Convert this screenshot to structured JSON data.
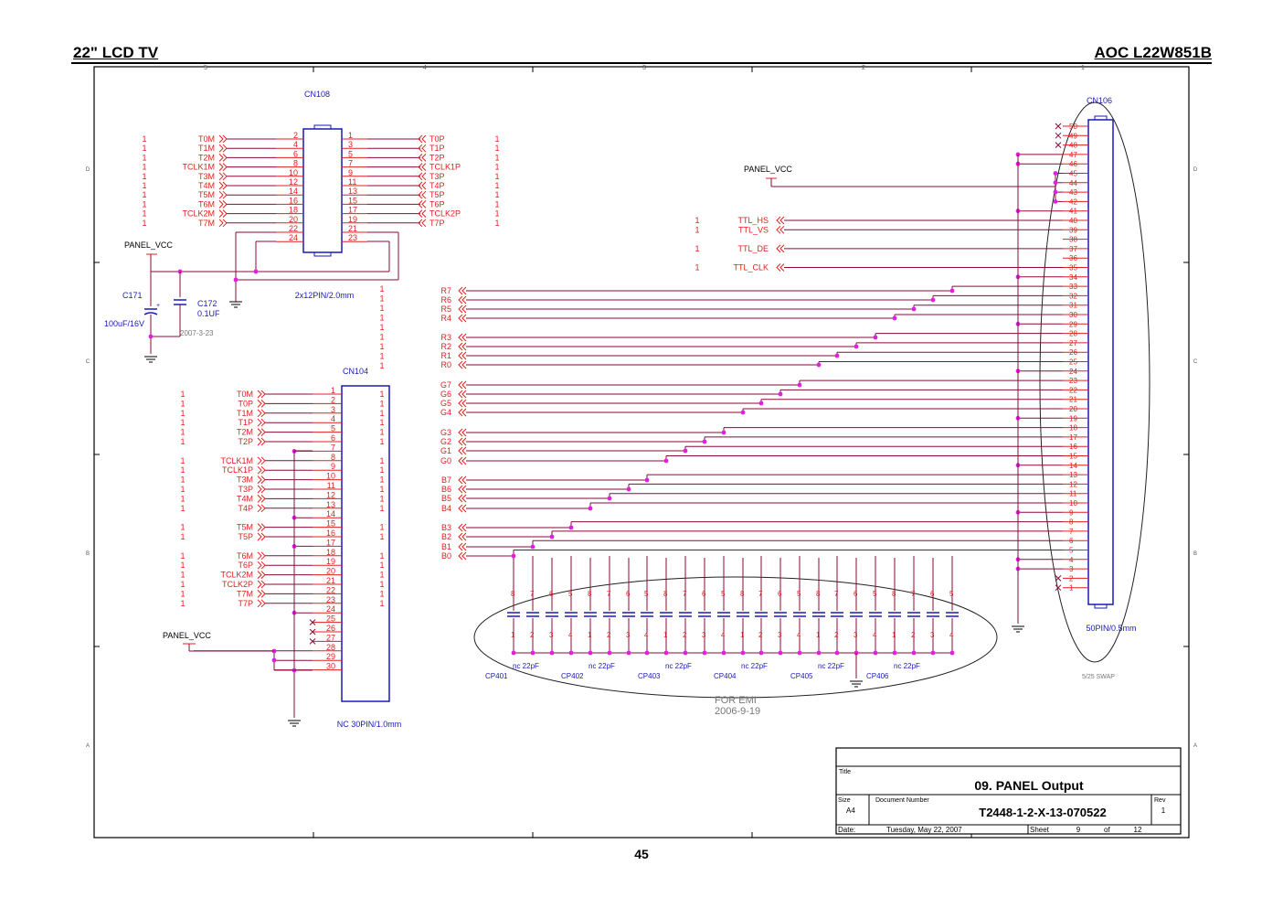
{
  "header": {
    "left": "22\" LCD TV",
    "right": "AOC L22W851B"
  },
  "page_number": "45",
  "zone_numbers_top": [
    "5",
    "4",
    "3",
    "2",
    "1"
  ],
  "zone_letters_side": [
    "D",
    "C",
    "B",
    "A"
  ],
  "colors": {
    "wire": "#8a0a3a",
    "pin": "#e02020",
    "component": "#1a1ab5",
    "junction": "#e020e0",
    "frame": "#000000"
  },
  "cn108": {
    "ref": "CN108",
    "footprint": "2x12PIN/2.0mm",
    "left_pins": [
      "2",
      "4",
      "6",
      "8",
      "10",
      "12",
      "14",
      "16",
      "18",
      "20",
      "22",
      "24"
    ],
    "right_pins": [
      "1",
      "3",
      "5",
      "7",
      "9",
      "11",
      "13",
      "15",
      "17",
      "19",
      "21",
      "23"
    ],
    "left_nets": [
      "T0M",
      "T1M",
      "T2M",
      "TCLK1M",
      "T3M",
      "T4M",
      "T5M",
      "T6M",
      "TCLK2M",
      "T7M"
    ],
    "right_nets": [
      "T0P",
      "T1P",
      "T2P",
      "TCLK1P",
      "T3P",
      "T4P",
      "T5P",
      "T6P",
      "TCLK2P",
      "T7P"
    ],
    "sheet_ref": "1"
  },
  "power": {
    "net": "PANEL_VCC",
    "c171_ref": "C171",
    "c171_value": "100uF/16V",
    "c172_ref": "C172",
    "c172_value": "0.1UF",
    "cap_polarity": "+",
    "date_note": "2007-3-23"
  },
  "cn104": {
    "ref": "CN104",
    "footprint": "NC 30PIN/1.0mm",
    "pins": [
      "1",
      "2",
      "3",
      "4",
      "5",
      "6",
      "7",
      "8",
      "9",
      "10",
      "11",
      "12",
      "13",
      "14",
      "15",
      "16",
      "17",
      "18",
      "19",
      "20",
      "21",
      "22",
      "23",
      "24",
      "25",
      "26",
      "27",
      "28",
      "29",
      "30"
    ],
    "nets": [
      {
        "pin": "1",
        "net": "T0M"
      },
      {
        "pin": "2",
        "net": "T0P"
      },
      {
        "pin": "3",
        "net": "T1M"
      },
      {
        "pin": "4",
        "net": "T1P"
      },
      {
        "pin": "5",
        "net": "T2M"
      },
      {
        "pin": "6",
        "net": "T2P"
      },
      {
        "pin": "8",
        "net": "TCLK1M"
      },
      {
        "pin": "9",
        "net": "TCLK1P"
      },
      {
        "pin": "10",
        "net": "T3M"
      },
      {
        "pin": "11",
        "net": "T3P"
      },
      {
        "pin": "12",
        "net": "T4M"
      },
      {
        "pin": "13",
        "net": "T4P"
      },
      {
        "pin": "15",
        "net": "T5M"
      },
      {
        "pin": "16",
        "net": "T5P"
      },
      {
        "pin": "18",
        "net": "T6M"
      },
      {
        "pin": "19",
        "net": "T6P"
      },
      {
        "pin": "20",
        "net": "TCLK2M"
      },
      {
        "pin": "21",
        "net": "TCLK2P"
      },
      {
        "pin": "22",
        "net": "T7M"
      },
      {
        "pin": "23",
        "net": "T7P"
      }
    ],
    "power_net": "PANEL_VCC"
  },
  "cn106": {
    "ref": "CN106",
    "footprint": "50PIN/0.5mm",
    "note": "5/25 SWAP",
    "pins": [
      "50",
      "49",
      "48",
      "47",
      "46",
      "45",
      "44",
      "43",
      "42",
      "41",
      "40",
      "39",
      "38",
      "37",
      "36",
      "35",
      "34",
      "33",
      "32",
      "31",
      "30",
      "29",
      "28",
      "27",
      "26",
      "25",
      "24",
      "23",
      "22",
      "21",
      "20",
      "19",
      "18",
      "17",
      "16",
      "15",
      "14",
      "13",
      "12",
      "11",
      "10",
      "9",
      "8",
      "7",
      "6",
      "5",
      "4",
      "3",
      "2",
      "1"
    ]
  },
  "ttl": {
    "power_net": "PANEL_VCC",
    "signals": [
      "TTL_HS",
      "TTL_VS",
      "TTL_DE",
      "TTL_CLK"
    ]
  },
  "rgb_nets": [
    "R7",
    "R6",
    "R5",
    "R4",
    "R3",
    "R2",
    "R1",
    "R0",
    "G7",
    "G6",
    "G5",
    "G4",
    "G3",
    "G2",
    "G1",
    "G0",
    "B7",
    "B6",
    "B5",
    "B4",
    "B3",
    "B2",
    "B1",
    "B0"
  ],
  "emi": {
    "note_line1": "FOR EMI",
    "note_line2": "2006-9-19",
    "packs": [
      {
        "ref": "CP401",
        "value": "nc 22pF"
      },
      {
        "ref": "CP402",
        "value": "nc 22pF"
      },
      {
        "ref": "CP403",
        "value": "nc 22pF"
      },
      {
        "ref": "CP404",
        "value": "nc 22pF"
      },
      {
        "ref": "CP405",
        "value": "nc 22pF"
      },
      {
        "ref": "CP406",
        "value": "nc 22pF"
      }
    ],
    "top_pins": [
      "8",
      "7",
      "6",
      "5"
    ],
    "bottom_pins": [
      "1",
      "2",
      "3",
      "4"
    ]
  },
  "title_block": {
    "title_label": "Title",
    "title": "09. PANEL Output",
    "size_label": "Size",
    "size": "A4",
    "doc_label": "Document Number",
    "doc_number": "T2448-1-2-X-13-070522",
    "rev_label": "Rev",
    "rev": "1",
    "date_label": "Date:",
    "date": "Tuesday, May 22, 2007",
    "sheet_label": "Sheet",
    "sheet": "9",
    "of_label": "of",
    "sheet_total": "12"
  }
}
